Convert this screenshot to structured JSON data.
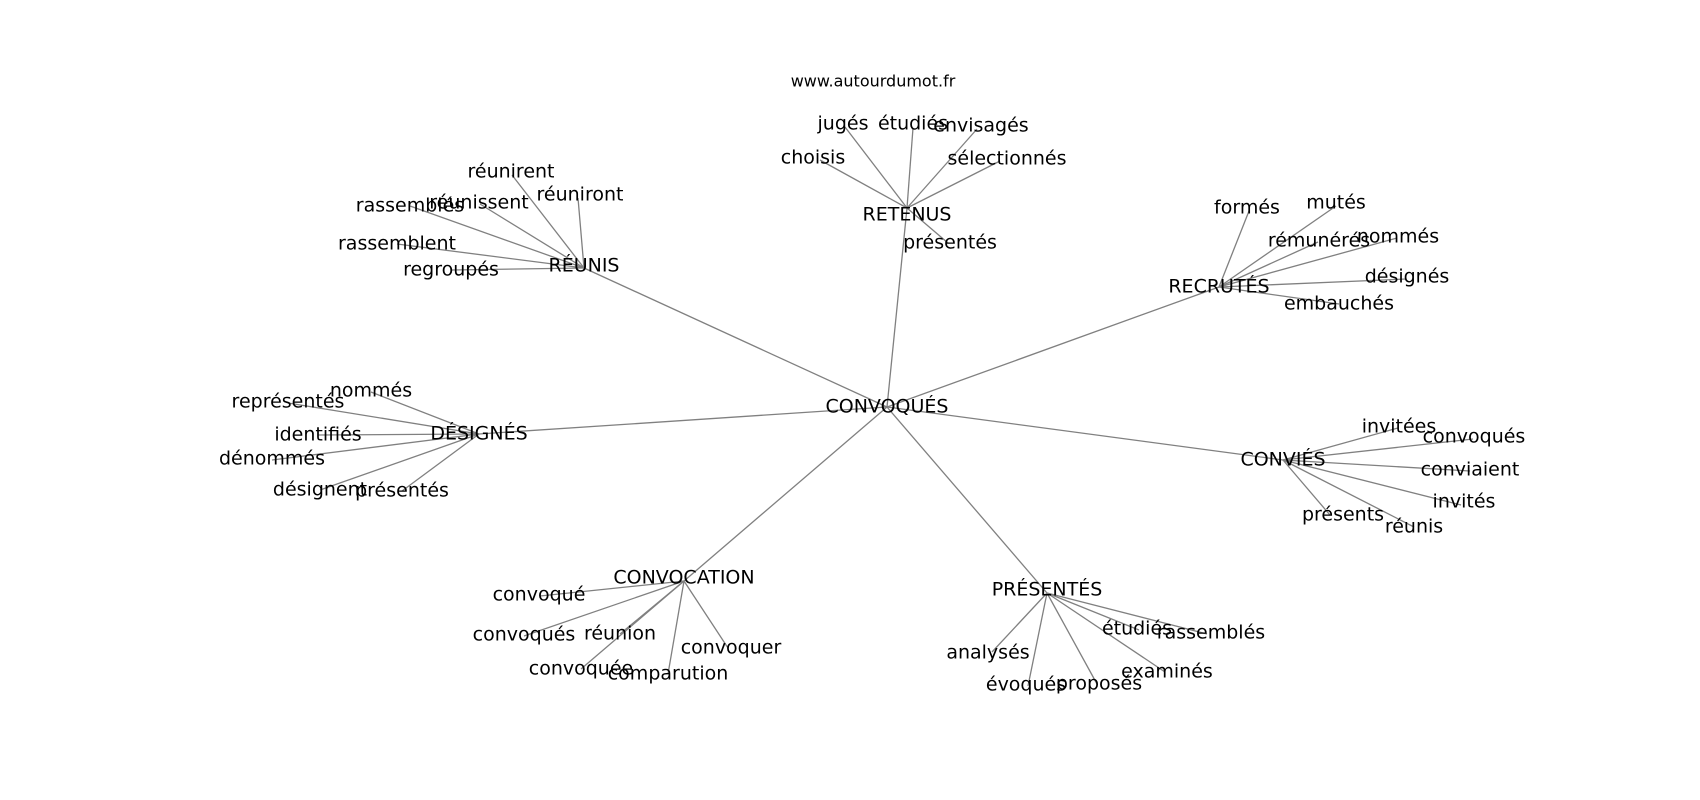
{
  "watermark": "www.autourdumot.fr",
  "center": "CONVOQUÉS",
  "clusters": [
    {
      "word": "RETENUS",
      "neighbors": [
        "jugés",
        "étudiés",
        "envisagés",
        "choisis",
        "sélectionnés",
        "présentés"
      ]
    },
    {
      "word": "RÉUNIS",
      "neighbors": [
        "réunirent",
        "rassemblés",
        "réunissent",
        "réuniront",
        "rassemblent",
        "regroupés"
      ]
    },
    {
      "word": "RECRUTÉS",
      "neighbors": [
        "formés",
        "mutés",
        "rémunérés",
        "nommés",
        "désignés",
        "embauchés"
      ]
    },
    {
      "word": "DÉSIGNÉS",
      "neighbors": [
        "nommés",
        "représentés",
        "identifiés",
        "dénommés",
        "désignent",
        "présentés"
      ]
    },
    {
      "word": "CONVIÉS",
      "neighbors": [
        "invitées",
        "convoqués",
        "conviaient",
        "invités",
        "présents",
        "réunis"
      ]
    },
    {
      "word": "CONVOCATION",
      "neighbors": [
        "convoqué",
        "convoqués",
        "réunion",
        "convoquer",
        "convoquée",
        "comparution"
      ]
    },
    {
      "word": "PRÉSENTÉS",
      "neighbors": [
        "analysés",
        "évoqués",
        "proposés",
        "étudiés",
        "rassemblés",
        "examinés"
      ]
    }
  ]
}
